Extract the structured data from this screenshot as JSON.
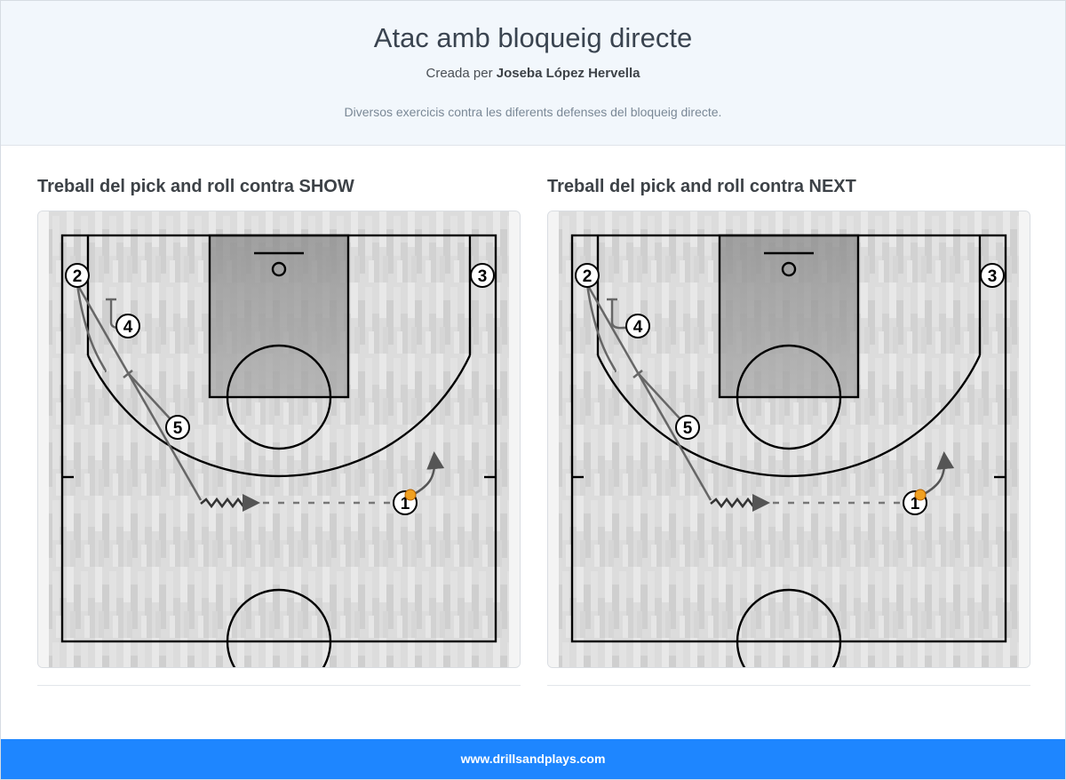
{
  "header": {
    "title": "Atac amb bloqueig directe",
    "created_prefix": "Creada per",
    "author": "Joseba López Hervella",
    "description": "Diversos exercicis contra les diferents defenses del bloqueig directe."
  },
  "plays": [
    {
      "title": "Treball del pick and roll contra SHOW",
      "players": [
        "1",
        "2",
        "3",
        "4",
        "5"
      ]
    },
    {
      "title": "Treball del pick and roll contra NEXT",
      "players": [
        "1",
        "2",
        "3",
        "4",
        "5"
      ]
    }
  ],
  "footer": {
    "site": "www.drillsandplays.com"
  },
  "colors": {
    "footer_bg": "#1e86ff",
    "ball": "#f0a020",
    "header_bg": "#f2f7fc"
  }
}
